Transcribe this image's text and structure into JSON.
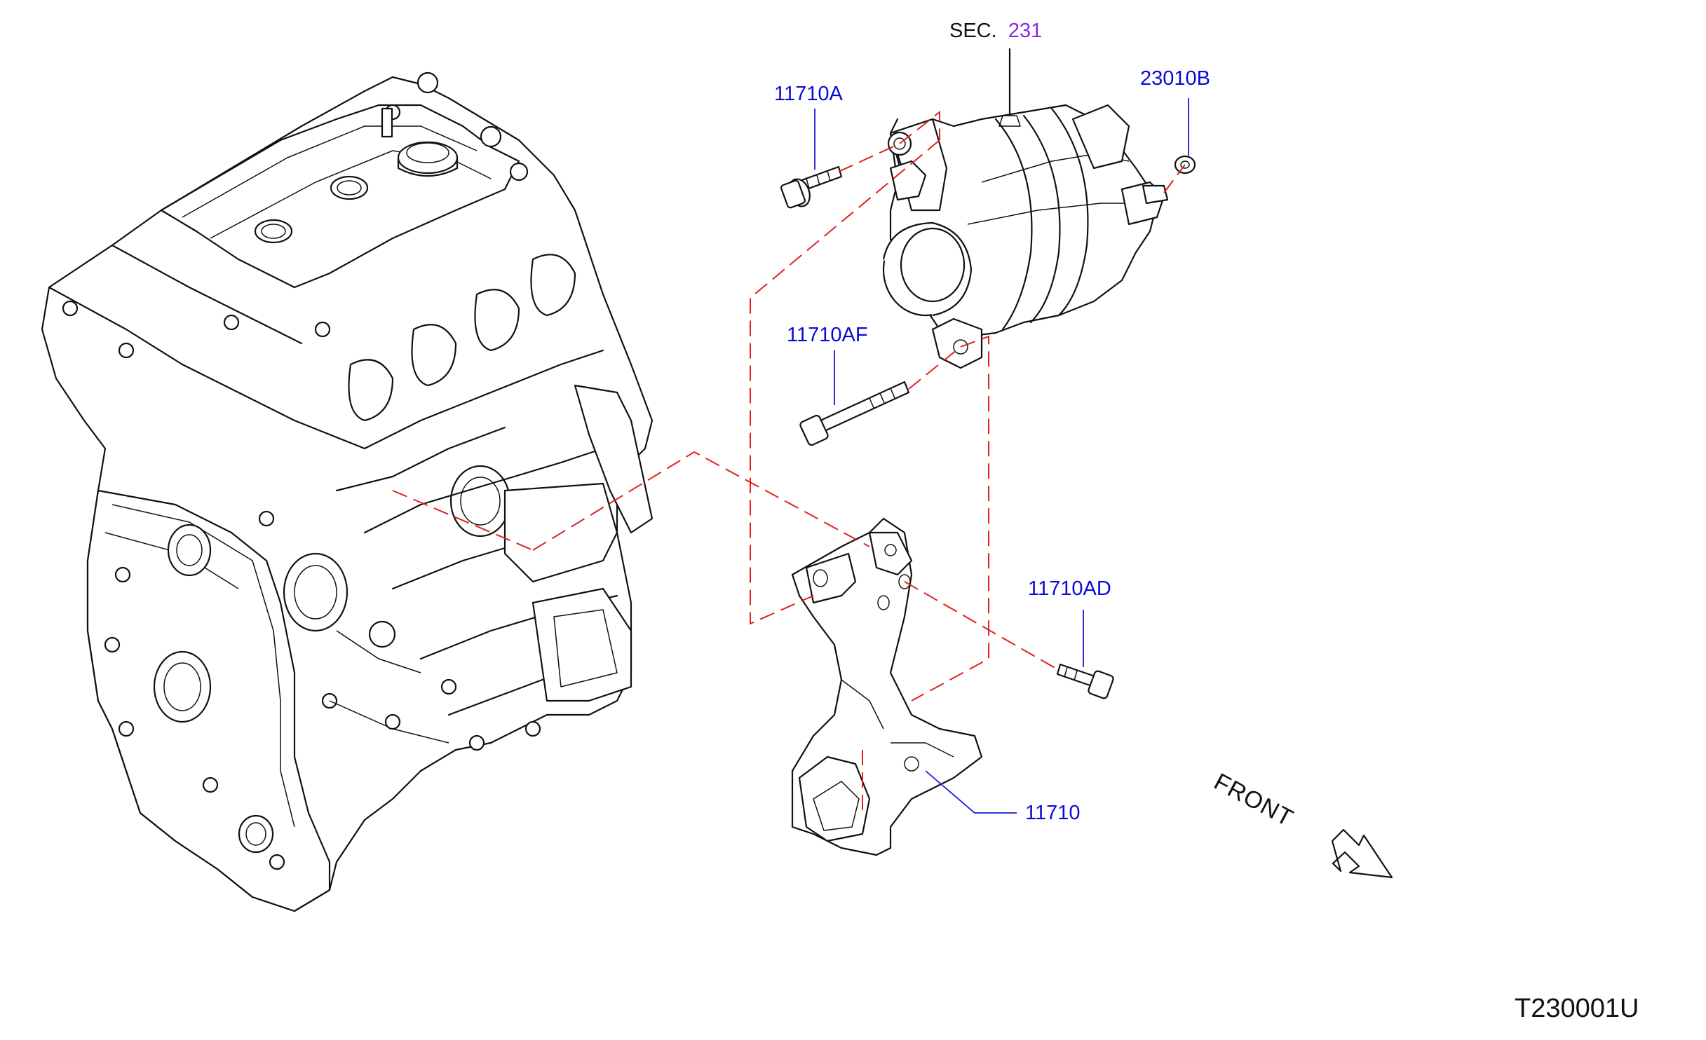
{
  "diagram": {
    "section": {
      "prefix": "SEC.",
      "number": "231"
    },
    "callouts": [
      {
        "id": "11710A",
        "label": "11710A"
      },
      {
        "id": "23010B",
        "label": "23010B"
      },
      {
        "id": "11710AF",
        "label": "11710AF"
      },
      {
        "id": "11710AD",
        "label": "11710AD"
      },
      {
        "id": "11710",
        "label": "11710"
      }
    ],
    "direction_label": "FRONT",
    "figure_code": "T230001U"
  },
  "colors": {
    "callout_text": "#0a0ad8",
    "section_number": "#8a2be2",
    "dashed_guide": "#e02020",
    "line_art": "#111111",
    "leader": "#1a1ad0"
  }
}
